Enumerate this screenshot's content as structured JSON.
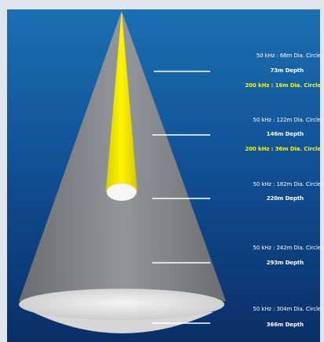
{
  "colors": {
    "background_top": "#1b6fb3",
    "background_bottom": "#0a2f66",
    "wide_beam": "#8d8d8d",
    "narrow_beam": "#f0e800",
    "label_white": "#ffffff",
    "label_yellow": "#f4f400"
  },
  "depth_markers": [
    {
      "line1": "50 kHz : 68m Dia. Circle",
      "depth": "73m Depth",
      "line3": "200 kHz : 16m Dia. Circle"
    },
    {
      "line1": "50 kHz : 122m Dia. Circle",
      "depth": "146m Depth",
      "line3": "200 kHz : 36m Dia. Circle"
    },
    {
      "line1": "50 kHz : 182m Dia. Circle",
      "depth": "220m Depth"
    },
    {
      "line1": "50 kHz : 242m Dia. Circle",
      "depth": "293m Depth"
    },
    {
      "line1": "50 kHz : 304m Dia. Circle",
      "depth": "366m Depth"
    }
  ]
}
